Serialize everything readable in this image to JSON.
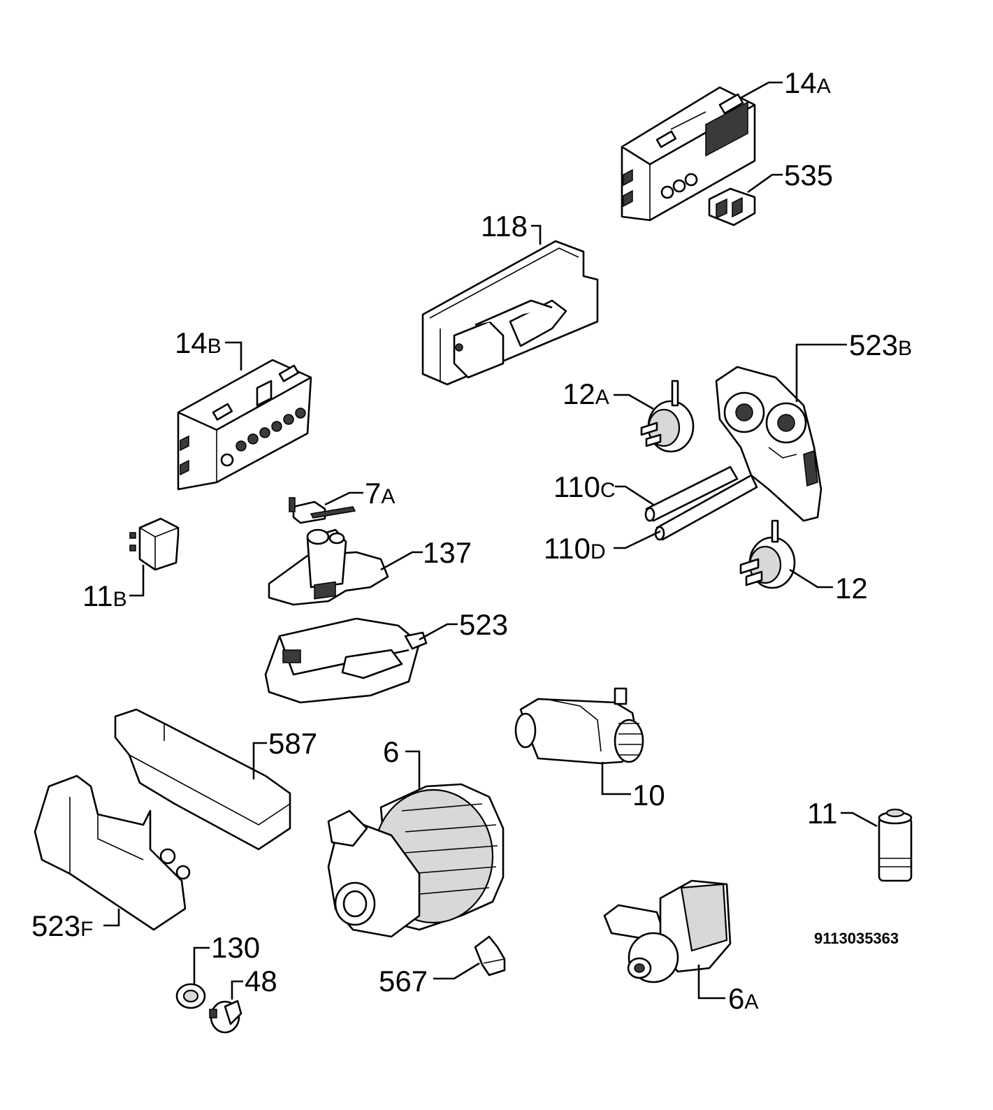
{
  "labels": {
    "l14A": {
      "num": "14",
      "suf": "A"
    },
    "l535": {
      "num": "535",
      "suf": ""
    },
    "l118": {
      "num": "118",
      "suf": ""
    },
    "l14B": {
      "num": "14",
      "suf": "B"
    },
    "l523B": {
      "num": "523",
      "suf": "B"
    },
    "l12A": {
      "num": "12",
      "suf": "A"
    },
    "l7A": {
      "num": "7",
      "suf": "A"
    },
    "l110C": {
      "num": "110",
      "suf": "C"
    },
    "l110D": {
      "num": "110",
      "suf": "D"
    },
    "l137": {
      "num": "137",
      "suf": ""
    },
    "l11B": {
      "num": "11",
      "suf": "B"
    },
    "l12": {
      "num": "12",
      "suf": ""
    },
    "l523": {
      "num": "523",
      "suf": ""
    },
    "l587": {
      "num": "587",
      "suf": ""
    },
    "l6": {
      "num": "6",
      "suf": ""
    },
    "l10": {
      "num": "10",
      "suf": ""
    },
    "l11": {
      "num": "11",
      "suf": ""
    },
    "l523F": {
      "num": "523",
      "suf": "F"
    },
    "l130": {
      "num": "130",
      "suf": ""
    },
    "l48": {
      "num": "48",
      "suf": ""
    },
    "l567": {
      "num": "567",
      "suf": ""
    },
    "l6A": {
      "num": "6",
      "suf": "A"
    }
  },
  "diagram_code": "9113035363"
}
